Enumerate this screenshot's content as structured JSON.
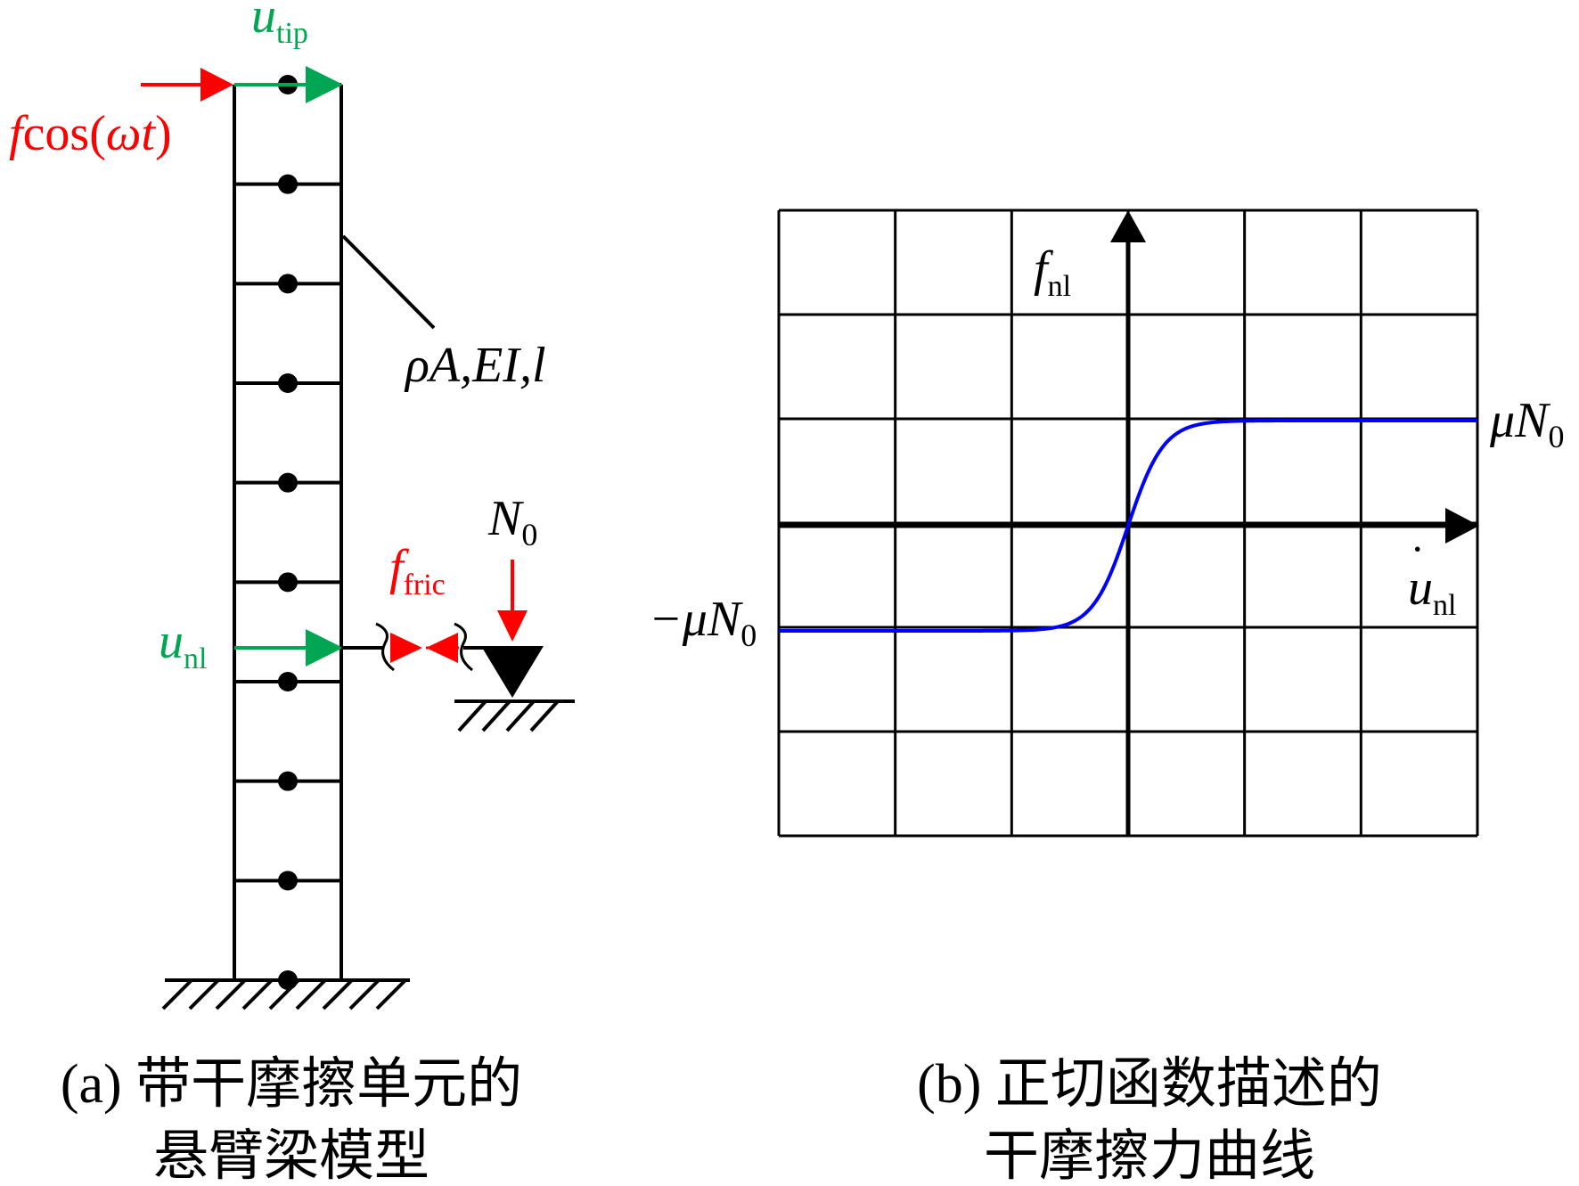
{
  "panel_a": {
    "caption_line1": "(a) 带干摩擦单元的",
    "caption_line2": "悬臂梁模型",
    "force_label": {
      "main": "f",
      "rest1": "cos(",
      "omega": "ωt",
      "rest2": ")"
    },
    "u_tip": {
      "main": "u",
      "sub": "tip"
    },
    "u_nl": {
      "main": "u",
      "sub": "nl"
    },
    "f_fric": {
      "main": "f",
      "sub": "fric"
    },
    "N0": {
      "main": "N",
      "sub": "0"
    },
    "beam_props": "ρA,EI,l",
    "node_count": 9,
    "colors": {
      "force": "#ff0000",
      "displacement": "#00a651",
      "structure": "#000000"
    }
  },
  "panel_b": {
    "caption_line1": "(b) 正切函数描述的",
    "caption_line2": "干摩擦力曲线",
    "y_axis_label": {
      "main": "f",
      "sub": "nl"
    },
    "x_axis_label": {
      "main": "u",
      "sub": "nl",
      "accent": "˙"
    },
    "upper_level": {
      "main": "μN",
      "sub": "0"
    },
    "lower_level": {
      "main": "−μN",
      "sub": "0"
    },
    "grid": {
      "cols": 6,
      "rows": 6
    },
    "curve_color": "#0000ff"
  }
}
